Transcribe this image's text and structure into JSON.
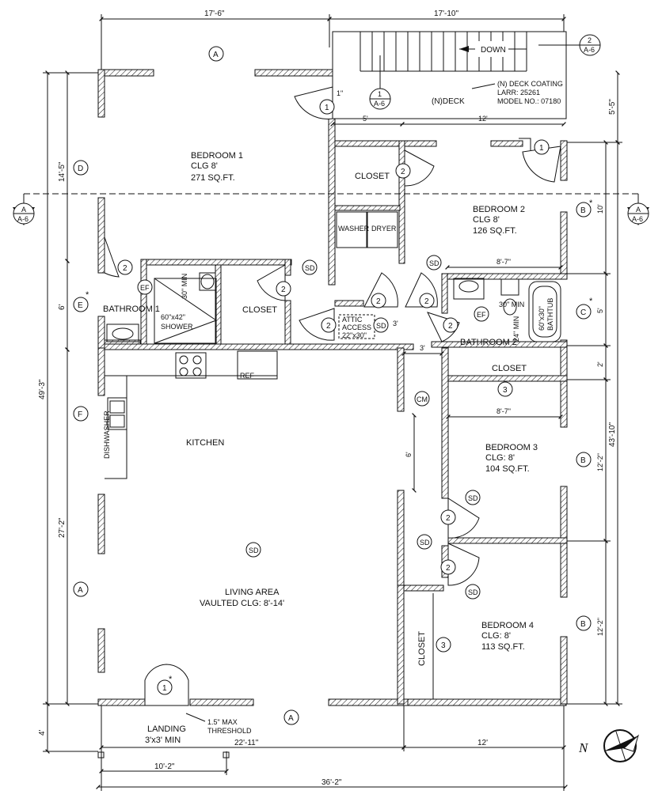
{
  "dimensions": {
    "top_left": "17'-6\"",
    "top_right": "17'-10\"",
    "deck_left": "5'",
    "deck_right": "12'",
    "right_top": "5'-5\"",
    "right_overall": "43'-10\"",
    "right_10": "10'",
    "right_5": "5'",
    "right_2": "2'",
    "right_1222": "12'-2\"",
    "right_1222b": "12'-2\"",
    "left_overall": "49'-3\"",
    "left_1405": "14'-5\"",
    "left_6": "6'",
    "left_2702": "27'-2\"",
    "left_4": "4'",
    "bottom_2211": "22'-11\"",
    "bottom_12": "12'",
    "bottom_1002": "10'-2\"",
    "bottom_overall": "36'-2\"",
    "bed2_width": "8'-7\"",
    "bed3_width": "8'-7\"",
    "hall_3": "3'",
    "hall_6": "6'",
    "small_3": "3'",
    "one_inch": "1\""
  },
  "rooms": {
    "bedroom1": {
      "name": "BEDROOM 1",
      "clg": "CLG 8'",
      "area": "271 SQ.FT."
    },
    "bedroom2": {
      "name": "BEDROOM 2",
      "clg": "CLG 8'",
      "area": "126 SQ.FT."
    },
    "bedroom3": {
      "name": "BEDROOM 3",
      "clg": "CLG: 8'",
      "area": "104 SQ.FT."
    },
    "bedroom4": {
      "name": "BEDROOM 4",
      "clg": "CLG: 8'",
      "area": "113 SQ.FT."
    },
    "bathroom1": "BATHROOM 1",
    "bathroom2": "BATHROOM 2",
    "closet_top": "CLOSET",
    "closet_mid": "CLOSET",
    "closet_bed3": "CLOSET",
    "closet_bed4": "CLOSET",
    "kitchen": "KITCHEN",
    "living": {
      "name": "LIVING AREA",
      "clg": "VAULTED CLG: 8'-14'"
    },
    "deck": "(N)DECK",
    "landing": {
      "line1": "LANDING",
      "line2": "3'x3' MIN"
    }
  },
  "fixtures": {
    "washer": "WASHER",
    "dryer": "DRYER",
    "shower": {
      "line1": "60\"x42\"",
      "line2": "SHOWER"
    },
    "toilet_min1": "30\" MIN",
    "toilet_min2": "30\" MIN",
    "clear_min": "24\" MIN",
    "bathtub": {
      "line1": "60\"x30\"",
      "line2": "BATHTUB"
    },
    "attic": {
      "line1": "ATTIC",
      "line2": "ACCESS",
      "line3": "22\"x30\""
    },
    "ref": "REF",
    "dishwasher": "DISHWASHER",
    "down": "DOWN",
    "threshold": {
      "line1": "1.5\" MAX",
      "line2": "THRESHOLD"
    }
  },
  "notes": {
    "deck_coating": {
      "line1": "(N) DECK COATING",
      "line2": "LARR: 25261",
      "line3": "MODEL NO.: 07180"
    }
  },
  "tags": {
    "sd": "SD",
    "ef": "EF",
    "cm": "CM",
    "door1": "1",
    "door2": "2",
    "door3": "3",
    "star": "*"
  },
  "section_marks": {
    "a6_top": "A",
    "a6_sheet": "A-6",
    "deck_1": "1",
    "deck_2": "2"
  },
  "wall_types": {
    "A": "A",
    "B": "B",
    "C": "C",
    "D": "D",
    "E": "E",
    "F": "F"
  },
  "north": "N"
}
